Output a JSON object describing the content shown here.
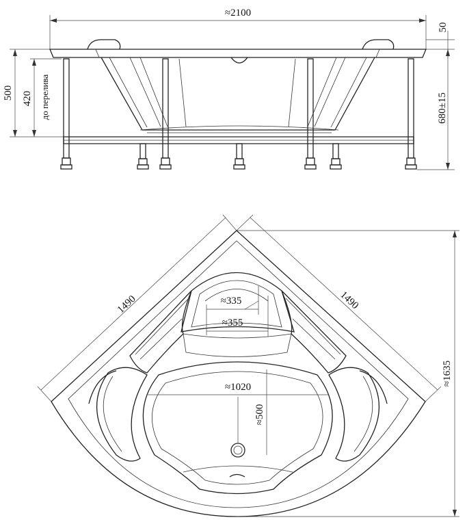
{
  "side_view": {
    "dim_length": "≈2100",
    "dim_rim": "50",
    "dim_total_height": "500",
    "dim_overflow_height": "420",
    "overflow_label": "до перелива",
    "dim_leg_height": "680±15"
  },
  "top_view": {
    "dim_side_left": "1490",
    "dim_side_right": "1490",
    "dim_diagonal": "≈1635",
    "dim_seat_top": "≈335",
    "dim_seat_bottom": "≈355",
    "dim_bowl_width": "≈1020",
    "dim_bowl_depth": "≈500"
  },
  "colors": {
    "line": "#222222",
    "background": "#ffffff"
  }
}
